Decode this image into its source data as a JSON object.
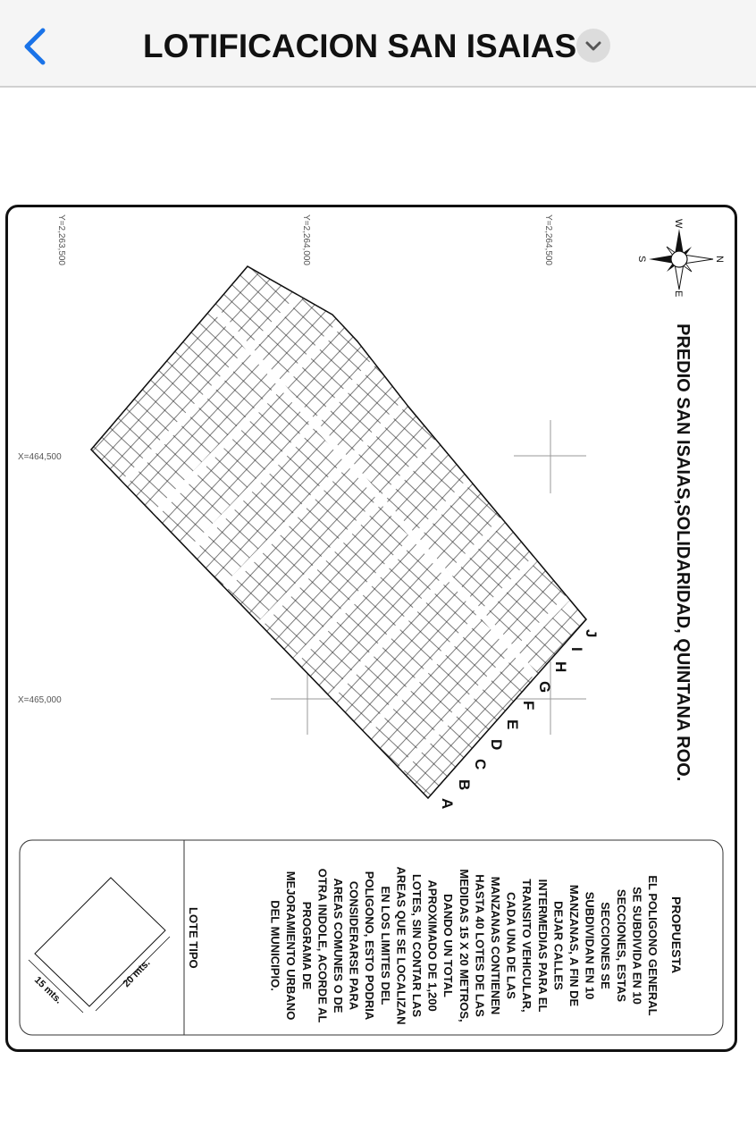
{
  "header": {
    "title": "LOTIFICACION SAN ISAIAS",
    "back_icon": "chevron-left-icon",
    "menu_icon": "chevron-down-icon"
  },
  "plan": {
    "heading": "PREDIO SAN ISAIAS,SOLIDARIDAD, QUINTANA ROO.",
    "compass": {
      "n": "N",
      "s": "S",
      "e": "E",
      "w": "W"
    },
    "coords": {
      "y1": "Y=2,264,500",
      "y2": "Y=2,264,000",
      "y3": "Y=2,263,500",
      "x1": "X=464,500",
      "x2": "X=465,000"
    },
    "sections": [
      "A",
      "B",
      "C",
      "D",
      "E",
      "F",
      "G",
      "H",
      "I",
      "J"
    ]
  },
  "legend": {
    "propuesta_title": "PROPUESTA",
    "propuesta_lines": [
      "EL POLIGONO GENERAL",
      "SE SUBDIVIDA EN 10",
      "SECCIONES, ESTAS",
      "SECCIONES SE",
      "SUBDIVIDAN EN 10",
      "MANZANAS, A FIN DE",
      "DEJAR CALLES",
      "INTERMEDIAS PARA EL",
      "TRANSITO VEHICULAR,",
      "CADA UNA DE LAS",
      "MANZANAS CONTIENEN",
      "HASTA 40 LOTES DE LAS",
      "MEDIDAS 15 X 20 METROS,",
      "DANDO UN TOTAL",
      "APROXIMADO DE 1,200",
      "LOTES, SIN CONTAR LAS",
      "AREAS QUE SE LOCALIZAN",
      "EN LOS LIMITES DEL",
      "POLIGONO, ESTO PODRIA",
      "CONSIDERARSE PARA",
      "AREAS COMUNES O DE",
      "OTRA INDOLE, ACORDE AL",
      "PROGRAMA DE",
      "MEJORAMIENTO URBANO",
      "DEL MUNICIPIO."
    ],
    "lote_tipo_title": "LOTE TIPO",
    "dim_width": "15 mts.",
    "dim_length": "20 mts."
  }
}
